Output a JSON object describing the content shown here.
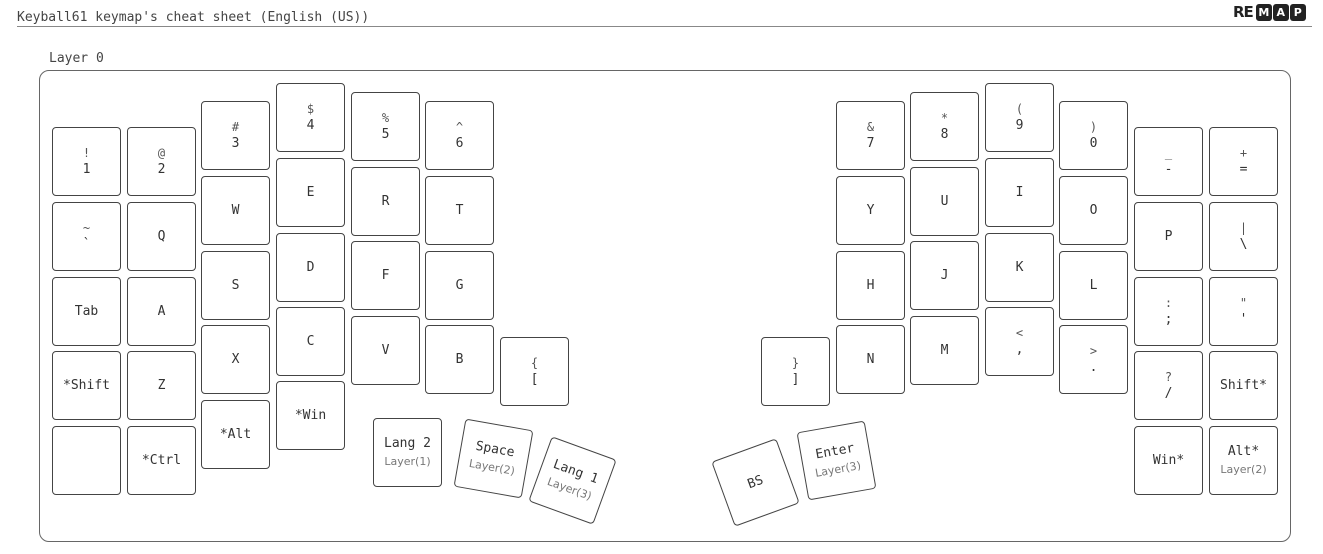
{
  "header": {
    "title": "Keyball61 keymap's cheat sheet (English (US))",
    "logo_text": "RE",
    "logo_boxes": [
      "M",
      "A",
      "P"
    ]
  },
  "layer": {
    "label": "Layer 0"
  },
  "keys": {
    "k1": {
      "shift": "!",
      "main": "1"
    },
    "k2": {
      "shift": "@",
      "main": "2"
    },
    "k3": {
      "shift": "#",
      "main": "3"
    },
    "k4": {
      "shift": "$",
      "main": "4"
    },
    "k5": {
      "shift": "%",
      "main": "5"
    },
    "k6": {
      "shift": "^",
      "main": "6"
    },
    "grave": {
      "shift": "~",
      "main": "`"
    },
    "q": {
      "main": "Q"
    },
    "w": {
      "main": "W"
    },
    "e": {
      "main": "E"
    },
    "r": {
      "main": "R"
    },
    "t": {
      "main": "T"
    },
    "tab": {
      "main": "Tab"
    },
    "a": {
      "main": "A"
    },
    "s": {
      "main": "S"
    },
    "d": {
      "main": "D"
    },
    "f": {
      "main": "F"
    },
    "g": {
      "main": "G"
    },
    "lshift": {
      "main": "*Shift"
    },
    "z": {
      "main": "Z"
    },
    "x": {
      "main": "X"
    },
    "c": {
      "main": "C"
    },
    "v": {
      "main": "V"
    },
    "b": {
      "main": "B"
    },
    "lbrace": {
      "shift": "{",
      "main": "["
    },
    "blank": {
      "main": ""
    },
    "lctrl": {
      "main": "*Ctrl"
    },
    "lalt": {
      "main": "*Alt"
    },
    "lwin": {
      "main": "*Win"
    },
    "lang2": {
      "main": "Lang 2",
      "sub": "Layer(1)"
    },
    "space": {
      "main": "Space",
      "sub": "Layer(2)"
    },
    "lang1": {
      "main": "Lang 1",
      "sub": "Layer(3)"
    },
    "k7": {
      "shift": "&",
      "main": "7"
    },
    "k8": {
      "shift": "*",
      "main": "8"
    },
    "k9": {
      "shift": "(",
      "main": "9"
    },
    "k0": {
      "shift": ")",
      "main": "0"
    },
    "minus": {
      "shift": "_",
      "main": "-"
    },
    "equal": {
      "shift": "+",
      "main": "="
    },
    "y": {
      "main": "Y"
    },
    "u": {
      "main": "U"
    },
    "i": {
      "main": "I"
    },
    "o": {
      "main": "O"
    },
    "p": {
      "main": "P"
    },
    "backslash": {
      "shift": "|",
      "main": "\\"
    },
    "h": {
      "main": "H"
    },
    "j": {
      "main": "J"
    },
    "k": {
      "main": "K"
    },
    "l": {
      "main": "L"
    },
    "semicolon": {
      "shift": ":",
      "main": ";"
    },
    "quote": {
      "shift": "\"",
      "main": "'"
    },
    "rbrace": {
      "shift": "}",
      "main": "]"
    },
    "n": {
      "main": "N"
    },
    "m": {
      "main": "M"
    },
    "comma": {
      "shift": "<",
      "main": ","
    },
    "period": {
      "shift": ">",
      "main": "."
    },
    "slash": {
      "shift": "?",
      "main": "/"
    },
    "rshift": {
      "main": "Shift*"
    },
    "rwin": {
      "main": "Win*"
    },
    "ralt": {
      "main": "Alt*",
      "sub": "Layer(2)"
    },
    "bs": {
      "main": "BS"
    },
    "enter": {
      "main": "Enter",
      "sub": "Layer(3)"
    }
  }
}
